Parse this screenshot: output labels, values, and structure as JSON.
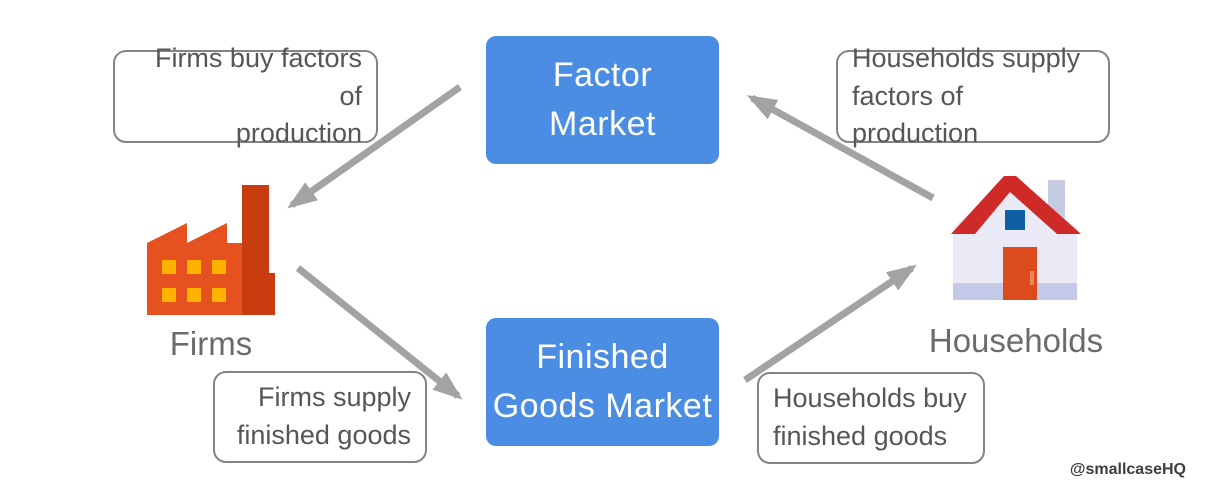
{
  "diagram_title": "Circular flow between firms, households and markets",
  "nodes": {
    "factor_market": {
      "label": "Factor\nMarket",
      "color": "#4A8DE2"
    },
    "finished_goods_market": {
      "label": "Finished\nGoods Market",
      "color": "#4A8DE2"
    },
    "firms": {
      "label": "Firms",
      "icon": "factory-icon"
    },
    "households": {
      "label": "Households",
      "icon": "house-icon"
    }
  },
  "flow_labels": {
    "firms_buy": {
      "text": "Firms buy factors of\nproduction"
    },
    "households_supply": {
      "text": "Households supply\nfactors of production"
    },
    "firms_supply": {
      "text": "Firms supply\nfinished goods"
    },
    "households_buy": {
      "text": "Households buy\nfinished goods"
    }
  },
  "arrows": [
    {
      "from": "factor_market",
      "to": "firms"
    },
    {
      "from": "households",
      "to": "factor_market"
    },
    {
      "from": "firms",
      "to": "finished_goods_market"
    },
    {
      "from": "finished_goods_market",
      "to": "households"
    }
  ],
  "watermark": "@smallcaseHQ",
  "colors": {
    "market_box_blue": "#4A8DE2",
    "market_box_text": "#FFFFFF",
    "flow_label_text": "#55565A",
    "flow_label_border": "#848484",
    "entity_label_gray": "#6B6B6B",
    "arrow_gray": "#A3A3A3",
    "factory_body_orange": "#E65120",
    "factory_chimney_dark": "#C83C10",
    "factory_window_yellow": "#FFB300",
    "house_body": "#E9EAF5",
    "house_roof_red": "#CE2B28",
    "house_door_orange": "#DC4B1C",
    "house_window_blue": "#0E5FA4",
    "house_chimney": "#C5CBE1",
    "house_base": "#C5C9E8",
    "watermark_text": "#3E3E3E"
  }
}
